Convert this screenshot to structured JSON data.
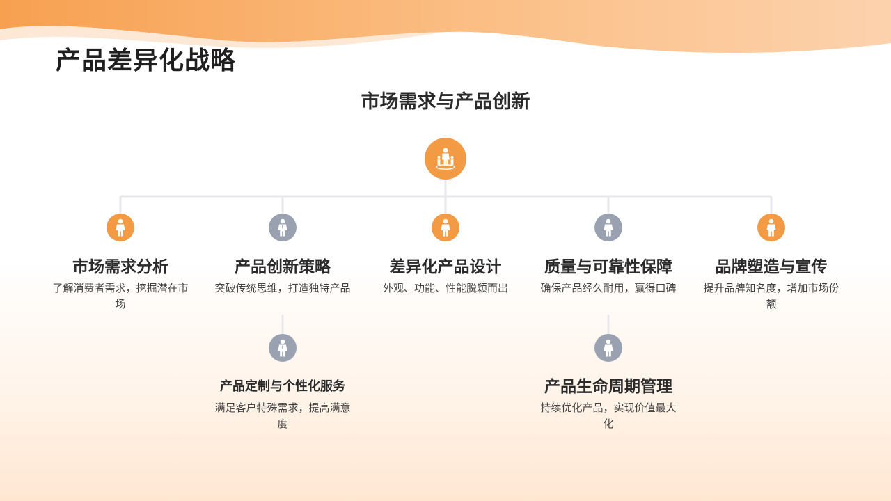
{
  "page": {
    "title": "产品差异化战略"
  },
  "diagram": {
    "root": {
      "title": "市场需求与产品创新",
      "icon": "people-group-icon"
    },
    "nodes": [
      {
        "title": "市场需求分析",
        "desc": "了解消费者需求，挖掘潜在市场",
        "color": "#f39a45",
        "icon": "person-icon"
      },
      {
        "title": "产品创新策略",
        "desc": "突破传统思维，打造独特产品",
        "color": "#9aa2b1",
        "icon": "businessman-icon"
      },
      {
        "title": "差异化产品设计",
        "desc": "外观、功能、性能脱颖而出",
        "color": "#f39a45",
        "icon": "person-icon"
      },
      {
        "title": "质量与可靠性保障",
        "desc": "确保产品经久耐用，赢得口碑",
        "color": "#9aa2b1",
        "icon": "person-icon"
      },
      {
        "title": "品牌塑造与宣传",
        "desc": "提升品牌知名度，增加市场份额",
        "color": "#f39a45",
        "icon": "person-icon"
      }
    ],
    "subnodes": [
      {
        "title": "产品定制与个性化服务",
        "desc": "满足客户特殊需求，提高满意度",
        "color": "#9aa2b1",
        "icon": "businessman-icon"
      },
      {
        "title": "产品生命周期管理",
        "desc": "持续优化产品，实现价值最大化",
        "color": "#9aa2b1",
        "icon": "person-icon"
      }
    ]
  }
}
